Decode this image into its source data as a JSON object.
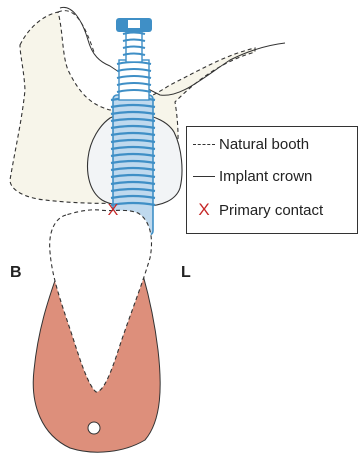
{
  "legend": {
    "natural_tooth": "Natural booth",
    "implant_crown": "Implant crown",
    "primary_contact": "Primary contact",
    "primary_contact_symbol": "X"
  },
  "labels": {
    "buccal": "B",
    "lingual": "L"
  },
  "colors": {
    "gingiva": "#dd8f7b",
    "implant_blue": "#3f8fc6",
    "crown_fill": "#f2f4f6",
    "maxilla_fill": "#f7f5ea",
    "contact_red": "#c62828"
  },
  "icons": {
    "contact_marker": "x-mark-icon"
  }
}
